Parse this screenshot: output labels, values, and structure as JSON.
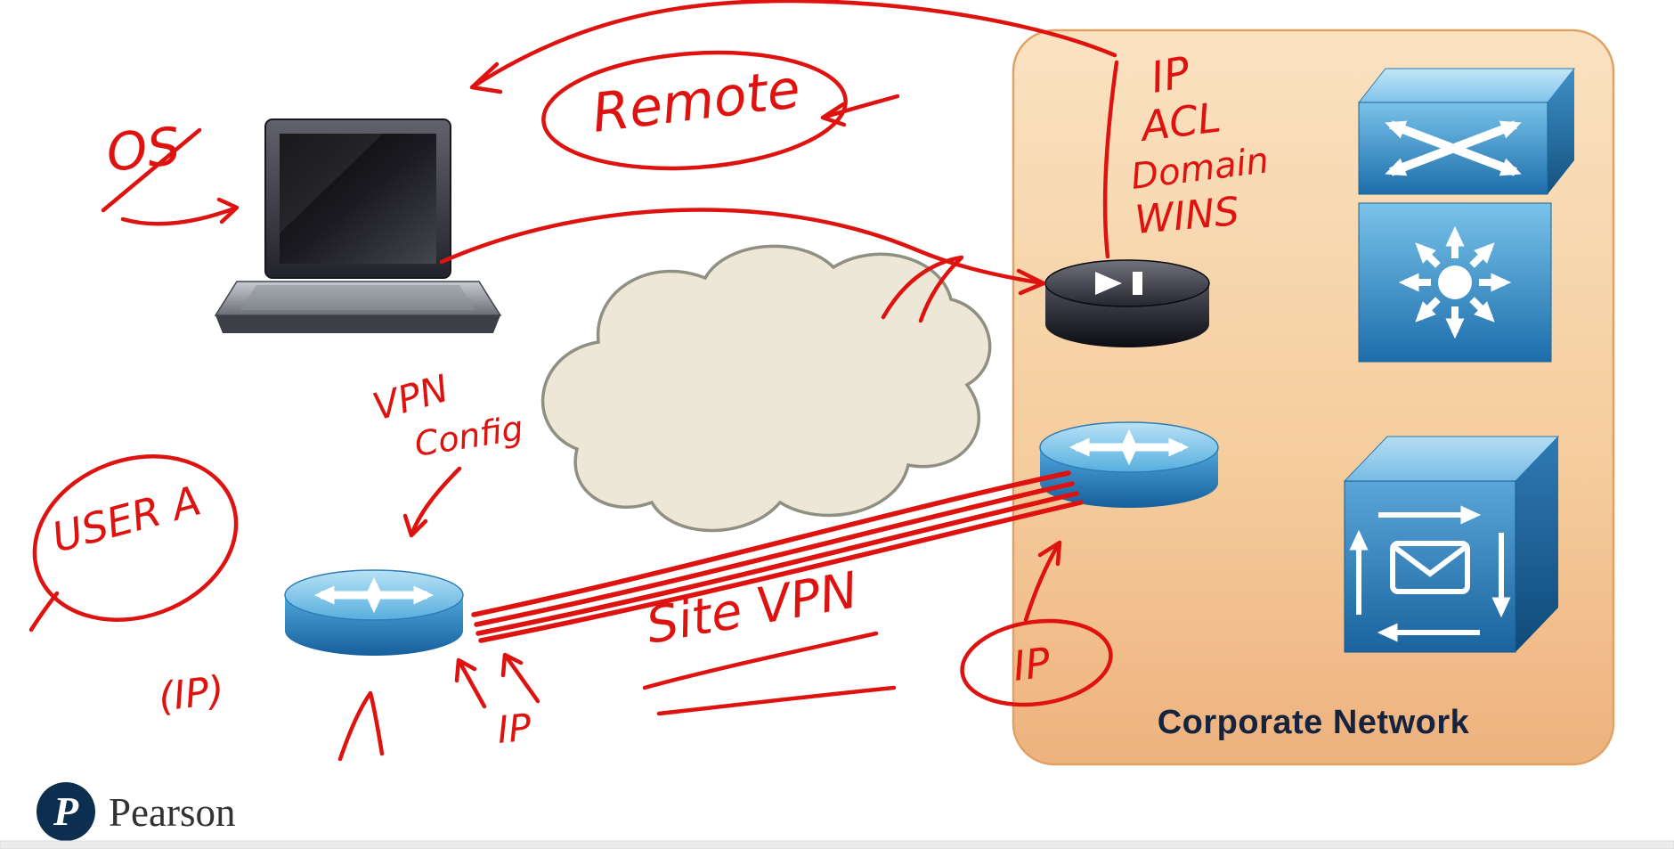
{
  "frame": {
    "type": "video-slide",
    "background": "#ffffff"
  },
  "branding": {
    "logo_letter": "P",
    "logo_text": "Pearson"
  },
  "corporate_panel": {
    "label": "Corporate Network"
  },
  "icons": {
    "laptop": "laptop-icon",
    "cloud": "internet-cloud-icon",
    "branch_router": "router-icon",
    "corporate_router": "router-icon",
    "vpn_concentrator": "vpn-concentrator-icon",
    "workgroup_switch": "workgroup-switch-icon",
    "multilayer_switch": "multilayer-switch-icon",
    "mail_server": "mail-server-icon"
  },
  "annotations": {
    "ink_color": "#de1310",
    "os_label": "OS",
    "remote_label": "Remote",
    "concentrator_services": [
      "IP",
      "ACL",
      "Domain",
      "WINS"
    ],
    "vpn_config": [
      "VPN",
      "Config"
    ],
    "user_label": "USER A",
    "ip_parenthesized": "(IP)",
    "branch_ip_label": "IP",
    "site_vpn_label": "Site VPN",
    "corporate_ip_label": "IP"
  },
  "colors": {
    "panel_fill_top": "#fae2c1",
    "panel_fill_bottom": "#eeb27e",
    "panel_border": "#e2a164",
    "corporate_text": "#15233f",
    "cisco_blue": "#2e86c4",
    "pearson_navy": "#0d2f4f",
    "annotation_red": "#de1310"
  }
}
